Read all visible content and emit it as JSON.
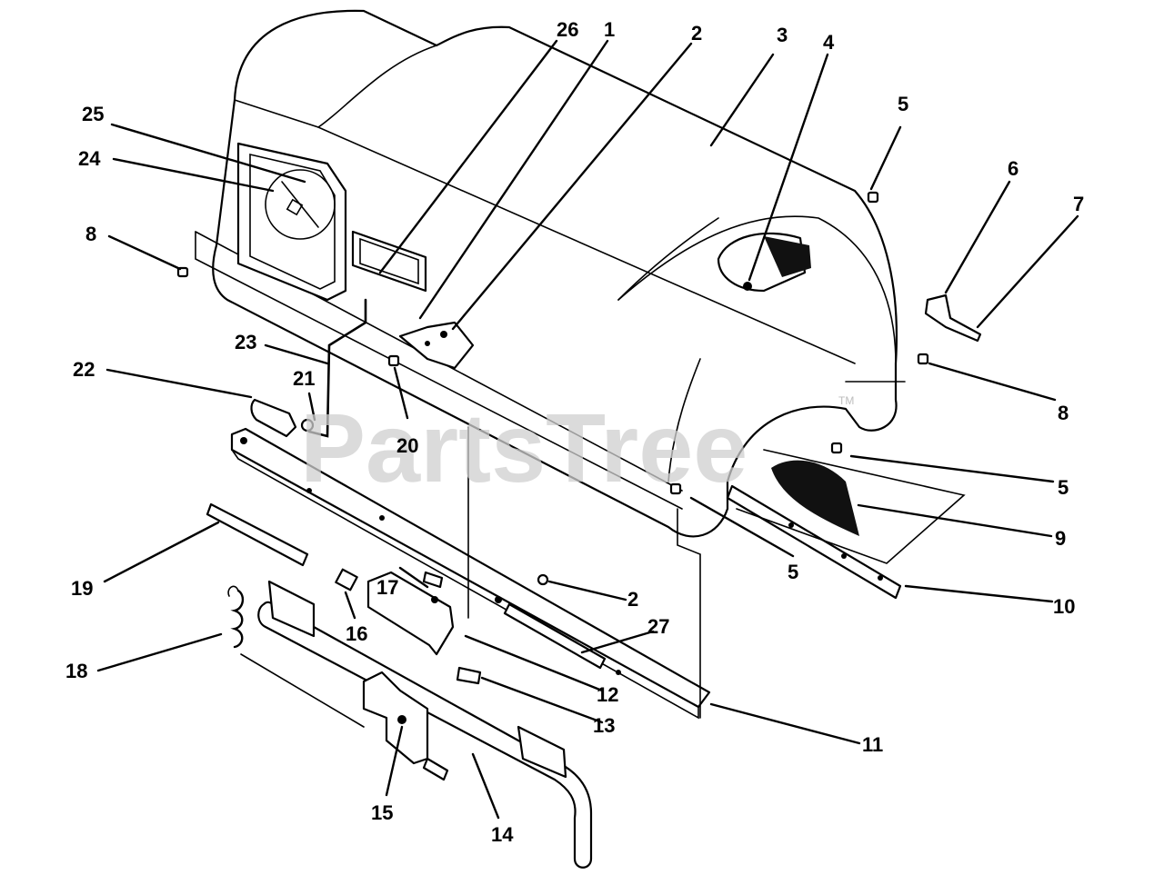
{
  "watermark": {
    "text": "PartsTree",
    "trademark": "TM"
  },
  "callouts": [
    {
      "id": "c26",
      "label": "26"
    },
    {
      "id": "c1",
      "label": "1"
    },
    {
      "id": "c2a",
      "label": "2"
    },
    {
      "id": "c3",
      "label": "3"
    },
    {
      "id": "c4",
      "label": "4"
    },
    {
      "id": "c5a",
      "label": "5"
    },
    {
      "id": "c6",
      "label": "6"
    },
    {
      "id": "c7",
      "label": "7"
    },
    {
      "id": "c25",
      "label": "25"
    },
    {
      "id": "c24",
      "label": "24"
    },
    {
      "id": "c8a",
      "label": "8"
    },
    {
      "id": "c23",
      "label": "23"
    },
    {
      "id": "c22",
      "label": "22"
    },
    {
      "id": "c21",
      "label": "21"
    },
    {
      "id": "c20",
      "label": "20"
    },
    {
      "id": "c8b",
      "label": "8"
    },
    {
      "id": "c5b",
      "label": "5"
    },
    {
      "id": "c9",
      "label": "9"
    },
    {
      "id": "c5c",
      "label": "5"
    },
    {
      "id": "c10",
      "label": "10"
    },
    {
      "id": "c19",
      "label": "19"
    },
    {
      "id": "c2b",
      "label": "2"
    },
    {
      "id": "c17",
      "label": "17"
    },
    {
      "id": "c27",
      "label": "27"
    },
    {
      "id": "c16",
      "label": "16"
    },
    {
      "id": "c18",
      "label": "18"
    },
    {
      "id": "c12",
      "label": "12"
    },
    {
      "id": "c13",
      "label": "13"
    },
    {
      "id": "c11",
      "label": "11"
    },
    {
      "id": "c15",
      "label": "15"
    },
    {
      "id": "c14",
      "label": "14"
    }
  ]
}
